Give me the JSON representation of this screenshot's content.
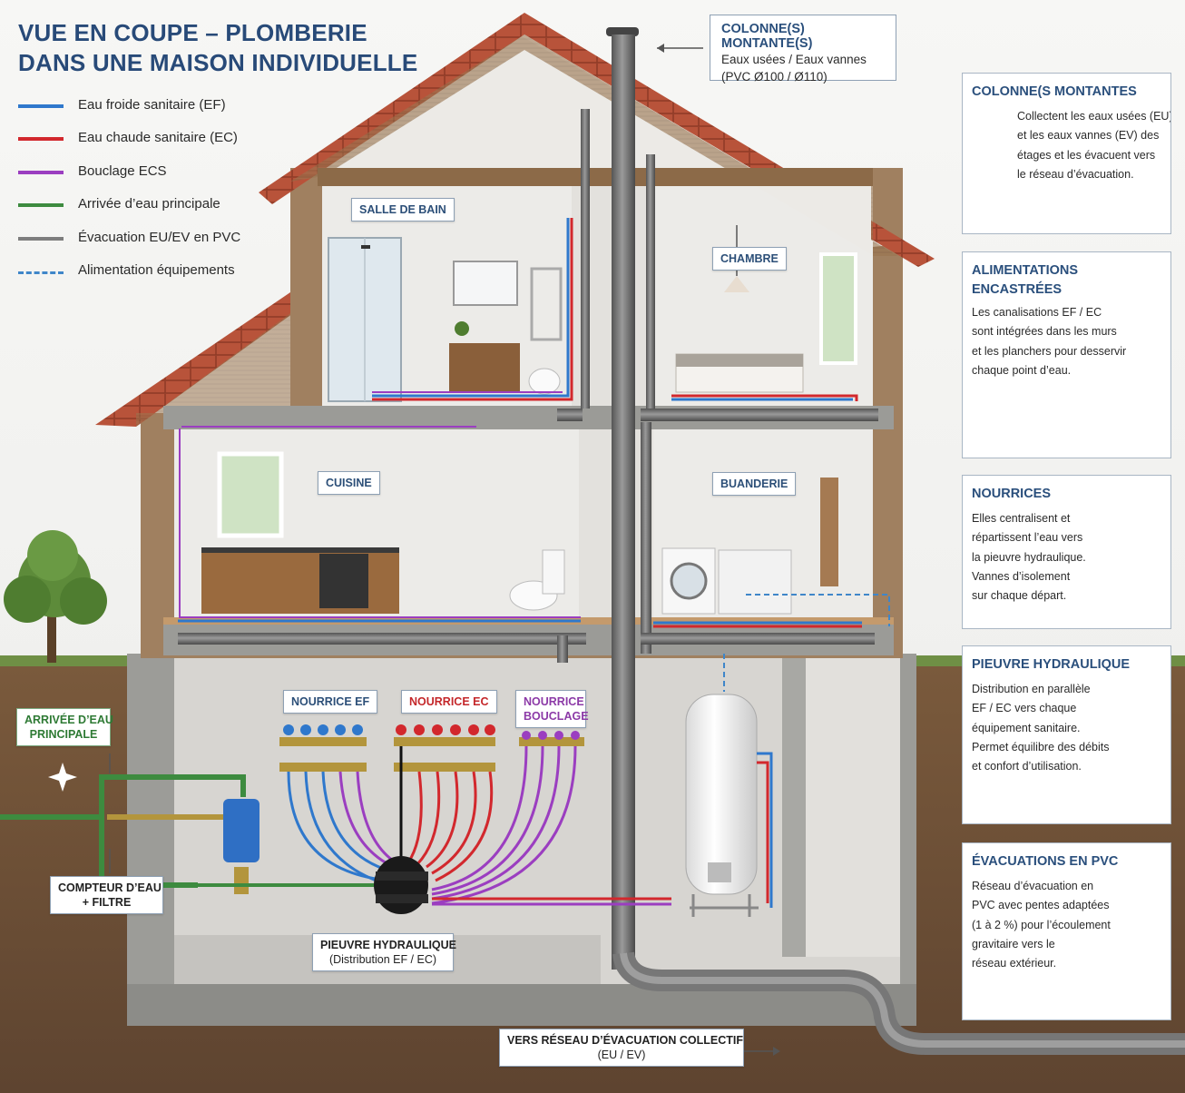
{
  "title": {
    "line1": "VUE EN COUPE – PLOMBERIE",
    "line2": "DANS UNE MAISON INDIVIDUELLE"
  },
  "legend": [
    {
      "label": "Eau froide sanitaire (EF)",
      "color": "#2f78cc",
      "style": "solid"
    },
    {
      "label": "Eau chaude sanitaire (EC)",
      "color": "#d2282d",
      "style": "solid"
    },
    {
      "label": "Bouclage ECS",
      "color": "#9b3ec0",
      "style": "solid"
    },
    {
      "label": "Arrivée d’eau principale",
      "color": "#3d8b3f",
      "style": "solid"
    },
    {
      "label": "Évacuation EU/EV en PVC",
      "color": "#7d7d7d",
      "style": "solid"
    },
    {
      "label": "Alimentation équipements",
      "color": "#3f86c9",
      "style": "dashed"
    }
  ],
  "colors": {
    "ef": "#2f78cc",
    "ec": "#d2282d",
    "bouclage": "#9b3ec0",
    "arrivee": "#3d8b3f",
    "evac": "#7d7d7d"
  },
  "top_callout": {
    "title": "COLONNE(S) MONTANTE(S)",
    "line1": "Eaux usées / Eaux vannes",
    "line2": "(PVC Ø100 / Ø110)"
  },
  "rooms": {
    "salle_de_bain": "SALLE DE BAIN",
    "chambre": "CHAMBRE",
    "cuisine": "CUISINE",
    "buanderie": "BUANDERIE"
  },
  "basement": {
    "nourrice_ef": "NOURRICE EF",
    "nourrice_ec": "NOURRICE EC",
    "nourrice_bouclage_1": "NOURRICE",
    "nourrice_bouclage_2": "BOUCLAGE",
    "arrivee_1": "ARRIVÉE D’EAU",
    "arrivee_2": "PRINCIPALE",
    "compteur_1": "COMPTEUR D’EAU",
    "compteur_2": "+ FILTRE",
    "pieuvre_1": "PIEUVRE HYDRAULIQUE",
    "pieuvre_2": "(Distribution EF / EC)",
    "vers_reseau_1": "VERS RÉSEAU D’ÉVACUATION COLLECTIF",
    "vers_reseau_2": "(EU / EV)"
  },
  "cards": [
    {
      "title": [
        "COLONNE(S MONTANTES"
      ],
      "lines": [
        "Collectent les eaux usées (EU)",
        "et les eaux vannes (EV) des",
        "étages et les évacuent vers",
        "le réseau d’évacuation."
      ]
    },
    {
      "title": [
        "ALIMENTATIONS",
        "ENCASTRÉES"
      ],
      "lines": [
        "Les canalisations EF / EC",
        "sont intégrées dans les murs",
        "et les planchers pour desservir",
        "chaque point d’eau."
      ]
    },
    {
      "title": [
        "NOURRICES"
      ],
      "lines": [
        "Elles centralisent et",
        "répartissent l’eau vers",
        "la pieuvre hydraulique.",
        "Vannes d’isolement",
        "sur chaque départ."
      ]
    },
    {
      "title": [
        "PIEUVRE HYDRAULIQUE"
      ],
      "lines": [
        "Distribution en parallèle",
        "EF / EC vers chaque",
        "équipement sanitaire.",
        "Permet équilibre des débits",
        "et confort d’utilisation."
      ]
    },
    {
      "title": [
        "ÉVACUATIONS EN PVC"
      ],
      "lines": [
        "Réseau d’évacuation en",
        "PVC avec pentes adaptées",
        "(1 à 2 %) pour l’écoulement",
        "gravitaire vers le",
        "réseau extérieur."
      ]
    }
  ]
}
